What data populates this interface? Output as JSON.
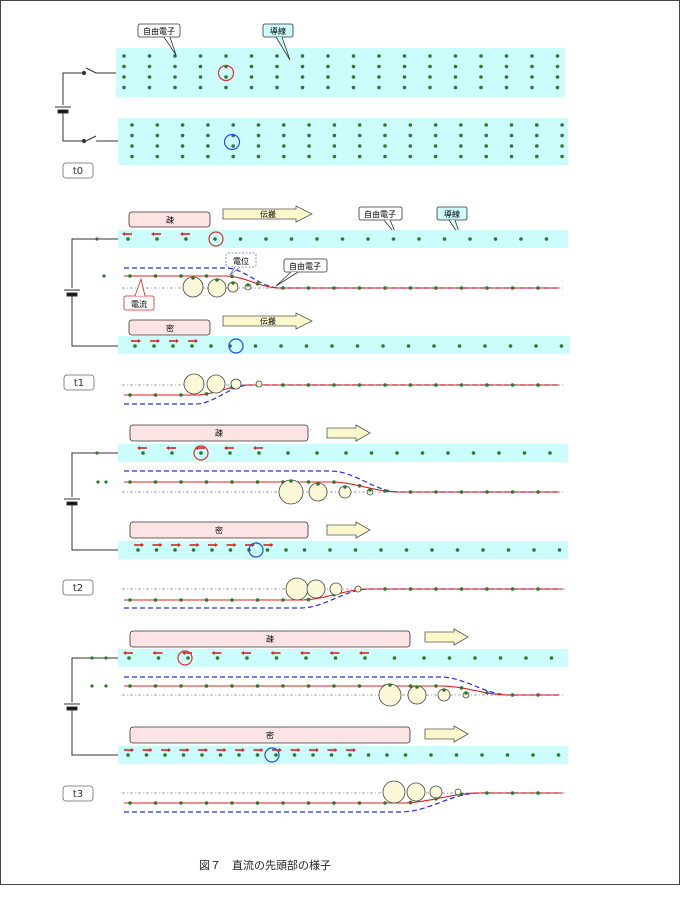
{
  "caption": "図７　直流の先頭部の様子",
  "labels": {
    "free_electron": "自由電子",
    "conductor": "導線",
    "propagation": "伝搬",
    "sparse": "疎",
    "dense": "密",
    "potential": "電位",
    "current": "電流"
  },
  "stages": [
    {
      "label": "t0"
    },
    {
      "label": "t1",
      "front": 0.32
    },
    {
      "label": "t2",
      "front": 0.55
    },
    {
      "label": "t3",
      "front": 0.8
    }
  ],
  "colors": {
    "conductor": "#ccfcfc",
    "electron": "#2a7a2a",
    "current_line": "#e02020",
    "potential_line": "#2030e0",
    "sparse_box": "#fde4e4",
    "arrow_fill": "#fbf8cc",
    "highlight_red": "#e03030",
    "highlight_blue": "#2050e0"
  }
}
